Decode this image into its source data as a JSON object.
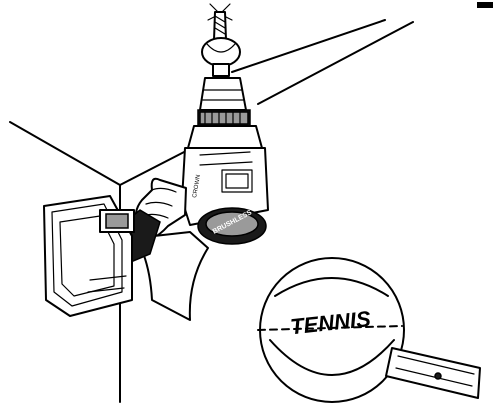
{
  "labels": {
    "ball_print": "TENNIS",
    "drill_brand": "CROWN",
    "drill_badge": "BRUSHLESS"
  }
}
